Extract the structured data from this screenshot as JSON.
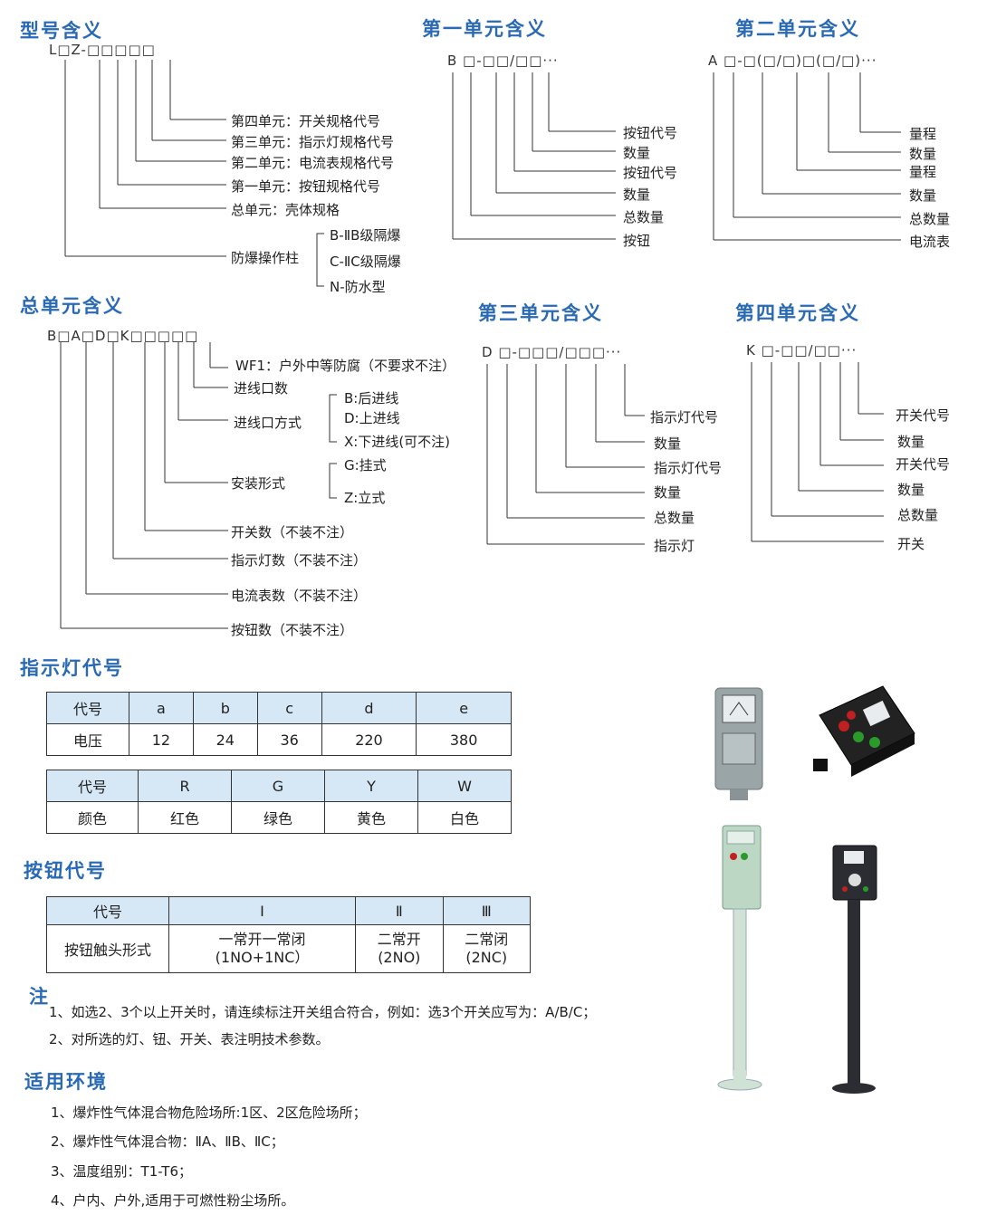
{
  "sections": {
    "model": {
      "title": "型号含义",
      "code": "L□Z-□□□□□",
      "items": [
        "第四单元：开关规格代号",
        "第三单元：指示灯规格代号",
        "第二单元：电流表规格代号",
        "第一单元：按钮规格代号",
        "总单元：壳体规格"
      ],
      "pillar_label": "防爆操作柱",
      "pillar_options": [
        "B-ⅡB级隔爆",
        "C-ⅡC级隔爆",
        "N-防水型"
      ]
    },
    "unit1": {
      "title": "第一单元含义",
      "code": "B □-□□/□□···",
      "items": [
        "按钮代号",
        "数量",
        "按钮代号",
        "数量",
        "总数量",
        "按钮"
      ]
    },
    "unit2": {
      "title": "第二单元含义",
      "code": "A □-□(□/□)□(□/□)···",
      "items": [
        "量程",
        "数量",
        "量程",
        "数量",
        "总数量",
        "电流表"
      ]
    },
    "total": {
      "title": "总单元含义",
      "code": "B□A□D□K□□□□□",
      "wf1": "WF1：户外中等防腐（不要求不注）",
      "inlet_count": "进线口数",
      "inlet_mode": "进线口方式",
      "inlet_options": [
        "B:后进线",
        "D:上进线",
        "X:下进线(可不注)"
      ],
      "mount": "安装形式",
      "mount_options": [
        "G:挂式",
        "Z:立式"
      ],
      "counts": [
        "开关数（不装不注）",
        "指示灯数（不装不注）",
        "电流表数（不装不注）",
        "按钮数（不装不注）"
      ]
    },
    "unit3": {
      "title": "第三单元含义",
      "code": "D □-□□□/□□□···",
      "items": [
        "指示灯代号",
        "数量",
        "指示灯代号",
        "数量",
        "总数量",
        "指示灯"
      ]
    },
    "unit4": {
      "title": "第四单元含义",
      "code": "K □-□□/□□···",
      "items": [
        "开关代号",
        "数量",
        "开关代号",
        "数量",
        "总数量",
        "开关"
      ]
    },
    "lamp": {
      "title": "指示灯代号",
      "table1": {
        "head": [
          "代号",
          "a",
          "b",
          "c",
          "d",
          "e"
        ],
        "row": [
          "电压",
          "12",
          "24",
          "36",
          "220",
          "380"
        ]
      },
      "table2": {
        "head": [
          "代号",
          "R",
          "G",
          "Y",
          "W"
        ],
        "row": [
          "颜色",
          "红色",
          "绿色",
          "黄色",
          "白色"
        ]
      }
    },
    "button": {
      "title": "按钮代号",
      "head": [
        "代号",
        "Ⅰ",
        "Ⅱ",
        "Ⅲ"
      ],
      "row_label": "按钮触头形式",
      "cells": [
        [
          "一常开一常闭",
          "(1NO+1NC）"
        ],
        [
          "二常开",
          "(2NO)"
        ],
        [
          "二常闭",
          "(2NC)"
        ]
      ]
    },
    "note": {
      "title": "注",
      "lines": [
        "1、如选2、3个以上开关时，请连续标注开关组合符合，例如：选3个开关应写为：A/B/C；",
        "2、对所选的灯、钮、开关、表注明技术参数。"
      ]
    },
    "env": {
      "title": "适用环境",
      "lines": [
        "1、爆炸性气体混合物危险场所:1区、2区危险场所；",
        "2、爆炸性气体混合物：ⅡA、ⅡB、ⅡC；",
        "3、温度组别：T1-T6；",
        "4、户内、户外,适用于可燃性粉尘场所。"
      ]
    }
  },
  "colors": {
    "heading": "#2a6ab5",
    "table_header": "#d6e8f5"
  }
}
